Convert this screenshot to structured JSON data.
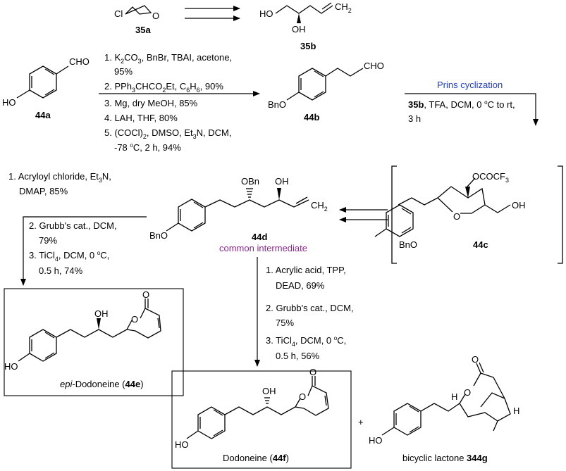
{
  "compounds": {
    "c35a": {
      "label": "35a",
      "atom_cl": "Cl",
      "atom_o": "O"
    },
    "c35b": {
      "label": "35b",
      "atom_ho": "HO",
      "atom_oh": "OH",
      "atom_ch2": "CH",
      "atom_ch2_sub": "2"
    },
    "c44a": {
      "label": "44a",
      "atom_cho": "CHO",
      "atom_ho": "HO"
    },
    "c44b": {
      "label": "44b",
      "atom_cho": "CHO",
      "atom_bno": "BnO"
    },
    "c44c": {
      "label": "44c",
      "atom_ocof": "OCOCF",
      "atom_ocof_sub": "3",
      "atom_o": "O",
      "atom_oh": "OH",
      "atom_bno": "BnO"
    },
    "c44d": {
      "label": "44d",
      "note": "common intermediate",
      "atom_obn": "OBn",
      "atom_oh": "OH",
      "atom_ch2": "CH",
      "atom_ch2_sub": "2",
      "atom_bno": "BnO"
    },
    "c44e": {
      "label_italic": "epi",
      "label_rest": "-Dodoneine (",
      "label_bold": "44e",
      "label_end": ")",
      "atom_o1": "O",
      "atom_o2": "O",
      "atom_oh": "OH",
      "atom_ho": "HO"
    },
    "c44f": {
      "label_rest": "Dodoneine (",
      "label_bold": "44f",
      "label_end": ")",
      "atom_o1": "O",
      "atom_o2": "O",
      "atom_oh": "OH",
      "atom_ho": "HO"
    },
    "c344g": {
      "label_rest": "bicyclic lactone ",
      "label_bold": "344g",
      "atom_o1": "O",
      "atom_o2": "O",
      "atom_h1": "H",
      "atom_h2": "H",
      "atom_ho": "HO",
      "plus": "+"
    }
  },
  "conditions": {
    "a_to_b": [
      {
        "pre": "1. K",
        "sub": "2",
        "post": "CO",
        "sub2": "3",
        "post2": ", BnBr, TBAI, acetone,"
      },
      {
        "text": "95%"
      },
      {
        "pre": "2. PPh",
        "sub": "3",
        "post": "CHCO",
        "sub2": "2",
        "post2": "Et, C",
        "sub3": "6",
        "post3": "H",
        "sub4": "6",
        "post4": ", 90%"
      },
      {
        "text": "3. Mg, dry MeOH, 85%"
      },
      {
        "text": "4. LAH, THF, 80%"
      },
      {
        "pre": "5. (COCl)",
        "sub": "2",
        "post": ", DMSO, Et",
        "sub2": "3",
        "post2": "N, DCM,"
      },
      {
        "pre": "-78 ",
        "sup": "o",
        "post": "C, 2 h, 94%"
      }
    ],
    "b_to_c": {
      "title": "Prins cyclization",
      "line1_bold": "35b",
      "line1_rest": ", TFA, DCM, 0 ",
      "line1_sup": "o",
      "line1_end": "C to rt,",
      "line2": "3 h"
    },
    "d_to_e": [
      {
        "pre": "1. Acryloyl chloride, Et",
        "sub": "3",
        "post": "N,"
      },
      {
        "text": "DMAP, 85%"
      },
      {
        "text": "2. Grubb's cat., DCM,"
      },
      {
        "text": "79%"
      },
      {
        "pre": "3. TiCl",
        "sub": "4",
        "post": ", DCM, 0 ",
        "sup": "o",
        "post2": "C,"
      },
      {
        "text": "0.5 h, 74%"
      }
    ],
    "d_to_f": [
      {
        "text": "1. Acrylic acid, TPP,"
      },
      {
        "text": "DEAD, 69%"
      },
      {
        "text": "2. Grubb's cat., DCM,"
      },
      {
        "text": "75%"
      },
      {
        "pre": "3. TiCl",
        "sub": "4",
        "post": ", DCM, 0 ",
        "sup": "o",
        "post2": "C,"
      },
      {
        "text": "0.5 h, 56%"
      }
    ]
  },
  "colors": {
    "blue": "#1f3fb8",
    "purple": "#8a2a8a",
    "ink": "#000000"
  }
}
